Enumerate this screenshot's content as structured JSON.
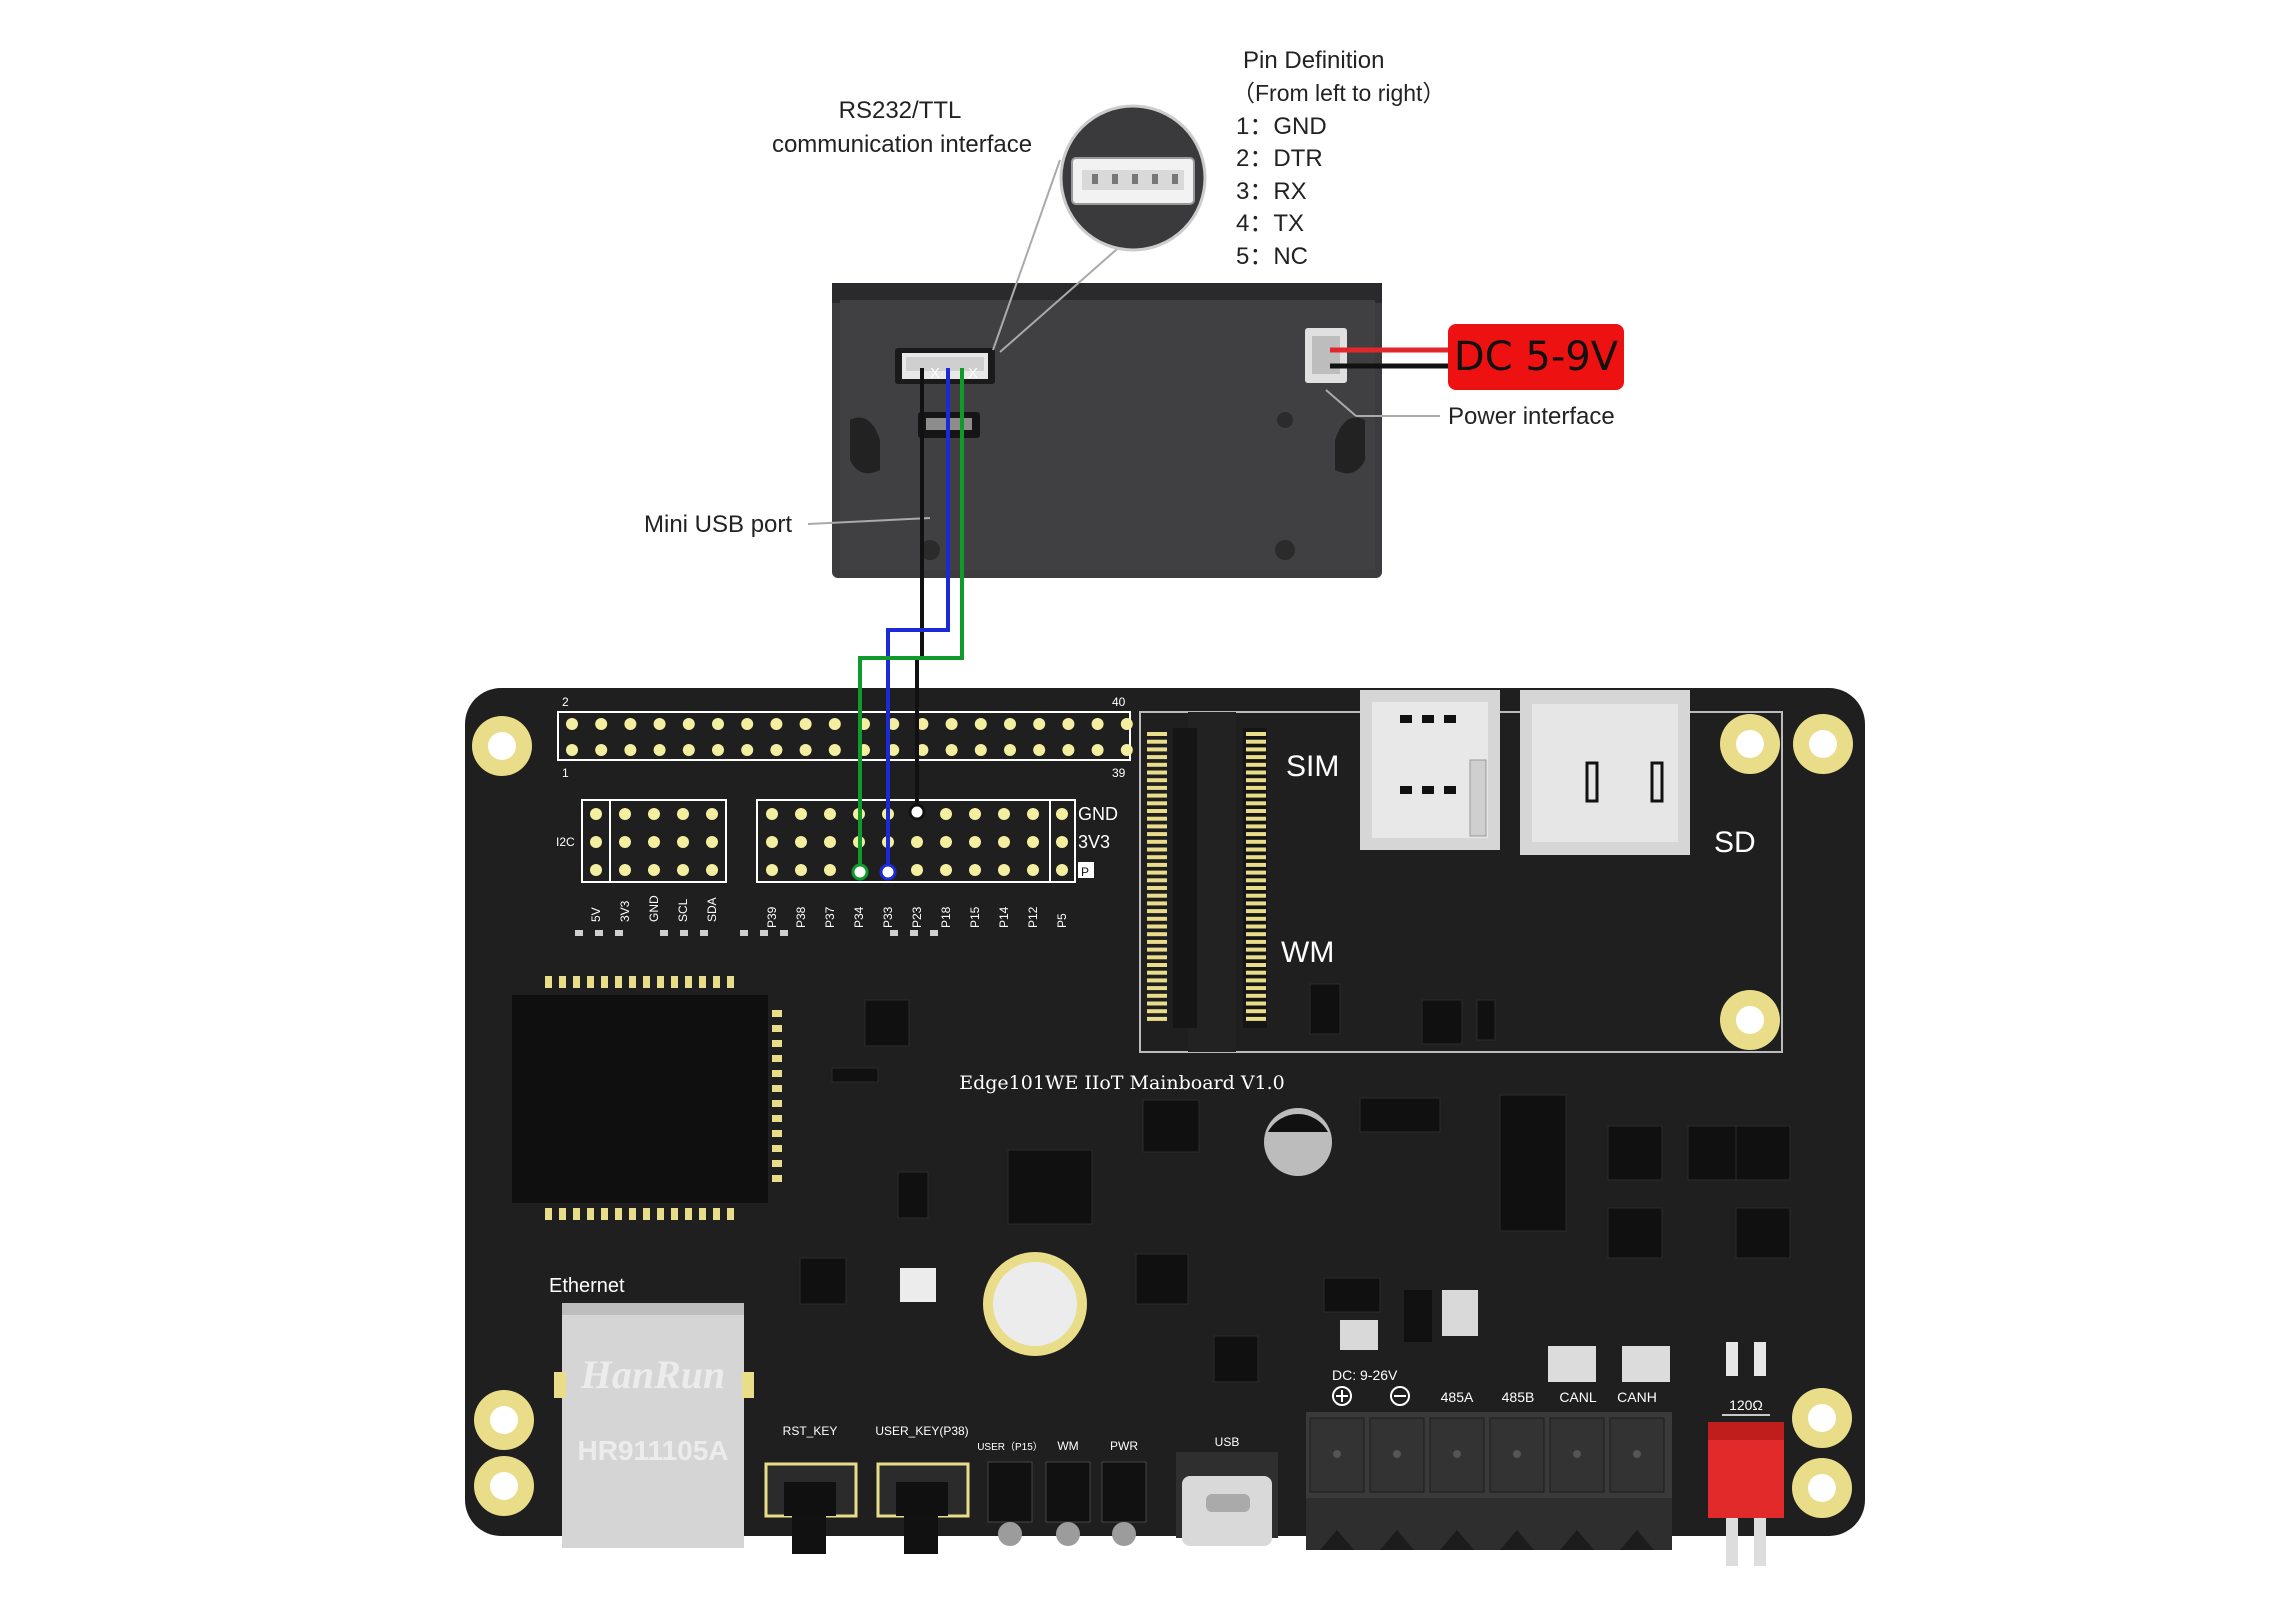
{
  "printer_module": {
    "rs232_title_line1": "RS232/TTL",
    "rs232_title_line2": "communication interface",
    "pin_def_title": "Pin Definition",
    "pin_def_subtitle": "（From left to right）",
    "pins": [
      "1：GND",
      "2：DTR",
      "3：RX",
      "4：TX",
      "5：NC"
    ],
    "power_badge": "DC 5-9V",
    "power_interface_label": "Power interface",
    "mini_usb_label": "Mini USB port",
    "pin_x_left": "X",
    "pin_x_right": "X"
  },
  "mainboard": {
    "name": "Edge101WE IIoT Mainboard V1.0",
    "header_pin_2": "2",
    "header_pin_40": "40",
    "header_pin_1": "1",
    "header_pin_39": "39",
    "row_labels": [
      "GND",
      "3V3",
      "P"
    ],
    "i2c_label": "I2C",
    "i2c_pins": [
      "5V",
      "3V3",
      "GND",
      "SCL",
      "SDA"
    ],
    "gpio_pins": [
      "P39",
      "P38",
      "P37",
      "P34",
      "P33",
      "P23",
      "P18",
      "P15",
      "P14",
      "P12",
      "P5"
    ],
    "sim_label": "SIM",
    "sd_label": "SD",
    "wm_label": "WM",
    "ethernet_label": "Ethernet",
    "jack_brand": "HanRun",
    "jack_model": "HR911105A",
    "rst_key": "RST_KEY",
    "user_key": "USER_KEY(P38)",
    "led_user": "USER（P15）",
    "led_wm": "WM",
    "led_pwr": "PWR",
    "usb_label": "USB",
    "dc_label": "DC:  9-26V",
    "terminal_labels": [
      "485A",
      "485B",
      "CANL",
      "CANH"
    ],
    "resistor_label": "120Ω"
  },
  "colors": {
    "wire_black": "#111111",
    "wire_blue": "#1a2bd6",
    "wire_green": "#0f9a2b",
    "wire_red": "#e3262a",
    "badge": "#ee1111",
    "pcb": "#1f1f1f",
    "pad_gold": "#e9dd8a"
  }
}
